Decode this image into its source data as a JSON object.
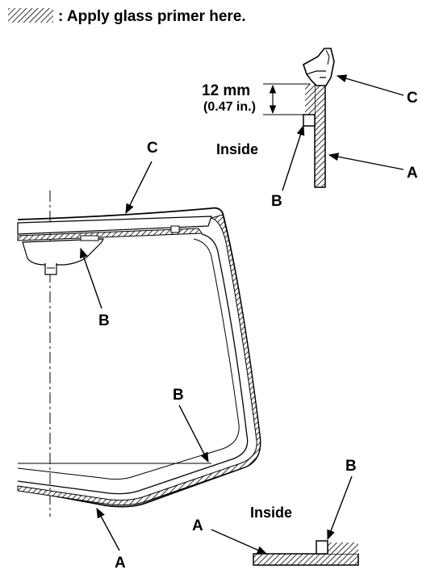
{
  "legend": {
    "text": ": Apply glass primer here.",
    "swatch": "hatch-swatch"
  },
  "measurement": {
    "metric": "12 mm",
    "imperial": "(0.47 in.)"
  },
  "upper_detail": {
    "inside_label": "Inside",
    "callouts": {
      "a": "A",
      "b": "B",
      "c": "C"
    }
  },
  "windshield_view": {
    "callouts": {
      "a": "A",
      "b_top": "B",
      "b_lower": "B",
      "c": "C"
    }
  },
  "lower_detail": {
    "inside_label": "Inside",
    "callouts": {
      "a": "A",
      "b": "B"
    }
  },
  "colors": {
    "ink": "#000000",
    "paper": "#ffffff"
  }
}
